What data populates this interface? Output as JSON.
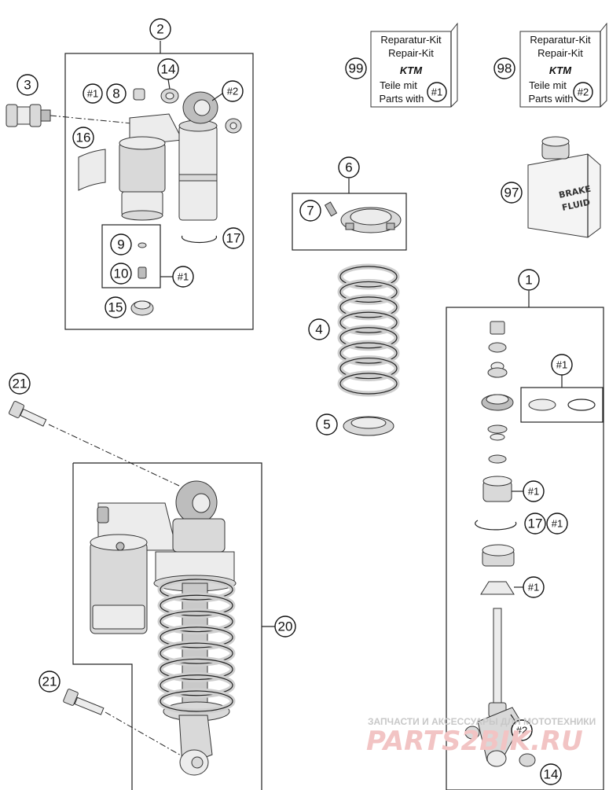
{
  "callouts": {
    "c1": "1",
    "c2": "2",
    "c3": "3",
    "c4": "4",
    "c5": "5",
    "c6": "6",
    "c7": "7",
    "c8": "8",
    "c9": "9",
    "c10": "10",
    "c14a": "14",
    "c14b": "14",
    "c15": "15",
    "c16": "16",
    "c17a": "17",
    "c17b": "17",
    "c20": "20",
    "c21a": "21",
    "c21b": "21",
    "c97": "97",
    "c98": "98",
    "c99": "99"
  },
  "refs": {
    "r1_top": "#1",
    "r1_gasket": "#1",
    "r1_box2": "#1",
    "r1_piston": "#1",
    "r1_ring": "#1",
    "r1_bump": "#1",
    "r2_eye": "#2",
    "r2_bottom": "#2",
    "r1_kit99": "#1",
    "r2_kit98": "#2"
  },
  "kits": {
    "k99": {
      "line1": "Reparatur-Kit",
      "line2": "Repair-Kit",
      "brand": "KTM",
      "line3": "Teile mit",
      "line4": "Parts with"
    },
    "k98": {
      "line1": "Reparatur-Kit",
      "line2": "Repair-Kit",
      "brand": "KTM",
      "line3": "Teile mit",
      "line4": "Parts with"
    }
  },
  "fluid": {
    "line1": "BRAKE",
    "line2": "FLUID"
  },
  "watermark": {
    "line1": "ЗАПЧАСТИ И АКСЕССУАРЫ ДЛЯ МОТОТЕХНИКИ",
    "line2": "PARTS2BIK.RU"
  },
  "colors": {
    "line": "#222222",
    "part_fill": "#d9d9d9",
    "watermark_red": "#f2c4c4"
  }
}
